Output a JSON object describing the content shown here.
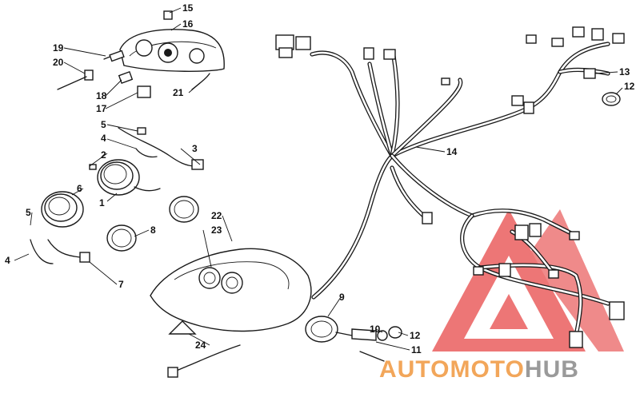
{
  "callouts": [
    {
      "id": "c1",
      "text": "1"
    },
    {
      "id": "c2",
      "text": "2"
    },
    {
      "id": "c3",
      "text": "3"
    },
    {
      "id": "c4a",
      "text": "4"
    },
    {
      "id": "c4b",
      "text": "4"
    },
    {
      "id": "c5a",
      "text": "5"
    },
    {
      "id": "c5b",
      "text": "5"
    },
    {
      "id": "c6",
      "text": "6"
    },
    {
      "id": "c7",
      "text": "7"
    },
    {
      "id": "c8",
      "text": "8"
    },
    {
      "id": "c9",
      "text": "9"
    },
    {
      "id": "c10",
      "text": "10"
    },
    {
      "id": "c11",
      "text": "11"
    },
    {
      "id": "c12a",
      "text": "12"
    },
    {
      "id": "c12b",
      "text": "12"
    },
    {
      "id": "c13",
      "text": "13"
    },
    {
      "id": "c14",
      "text": "14"
    },
    {
      "id": "c15",
      "text": "15"
    },
    {
      "id": "c16",
      "text": "16"
    },
    {
      "id": "c17",
      "text": "17"
    },
    {
      "id": "c18",
      "text": "18"
    },
    {
      "id": "c19",
      "text": "19"
    },
    {
      "id": "c20",
      "text": "20"
    },
    {
      "id": "c21",
      "text": "21"
    },
    {
      "id": "c22",
      "text": "22"
    },
    {
      "id": "c23",
      "text": "23"
    },
    {
      "id": "c24",
      "text": "24"
    }
  ],
  "watermark": {
    "part1": "AUTO",
    "part2": "MOTO",
    "part3": "HUB",
    "color_orange": "#f2a65a",
    "color_gray": "#9a9a9a",
    "color_red": "#e85050"
  }
}
